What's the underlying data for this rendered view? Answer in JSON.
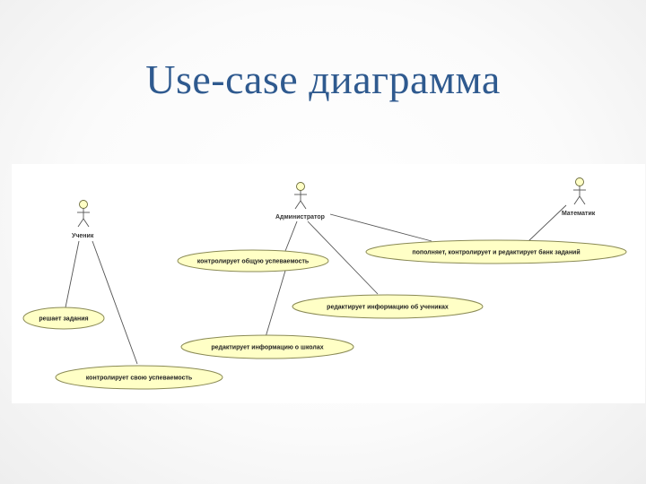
{
  "title": "Use-case диаграмма",
  "diagram": {
    "actors": {
      "student": "Ученик",
      "admin": "Администратор",
      "math": "Математик"
    },
    "use_cases": {
      "solve": "решает задания",
      "own_progress": "контролирует свою успеваемость",
      "general_progress": "контролирует общую успеваемость",
      "edit_students": "редактирует информацию об учениках",
      "edit_schools": "редактирует информацию о школах",
      "task_bank": "пополняет, контролирует и редактирует банк заданий"
    }
  }
}
